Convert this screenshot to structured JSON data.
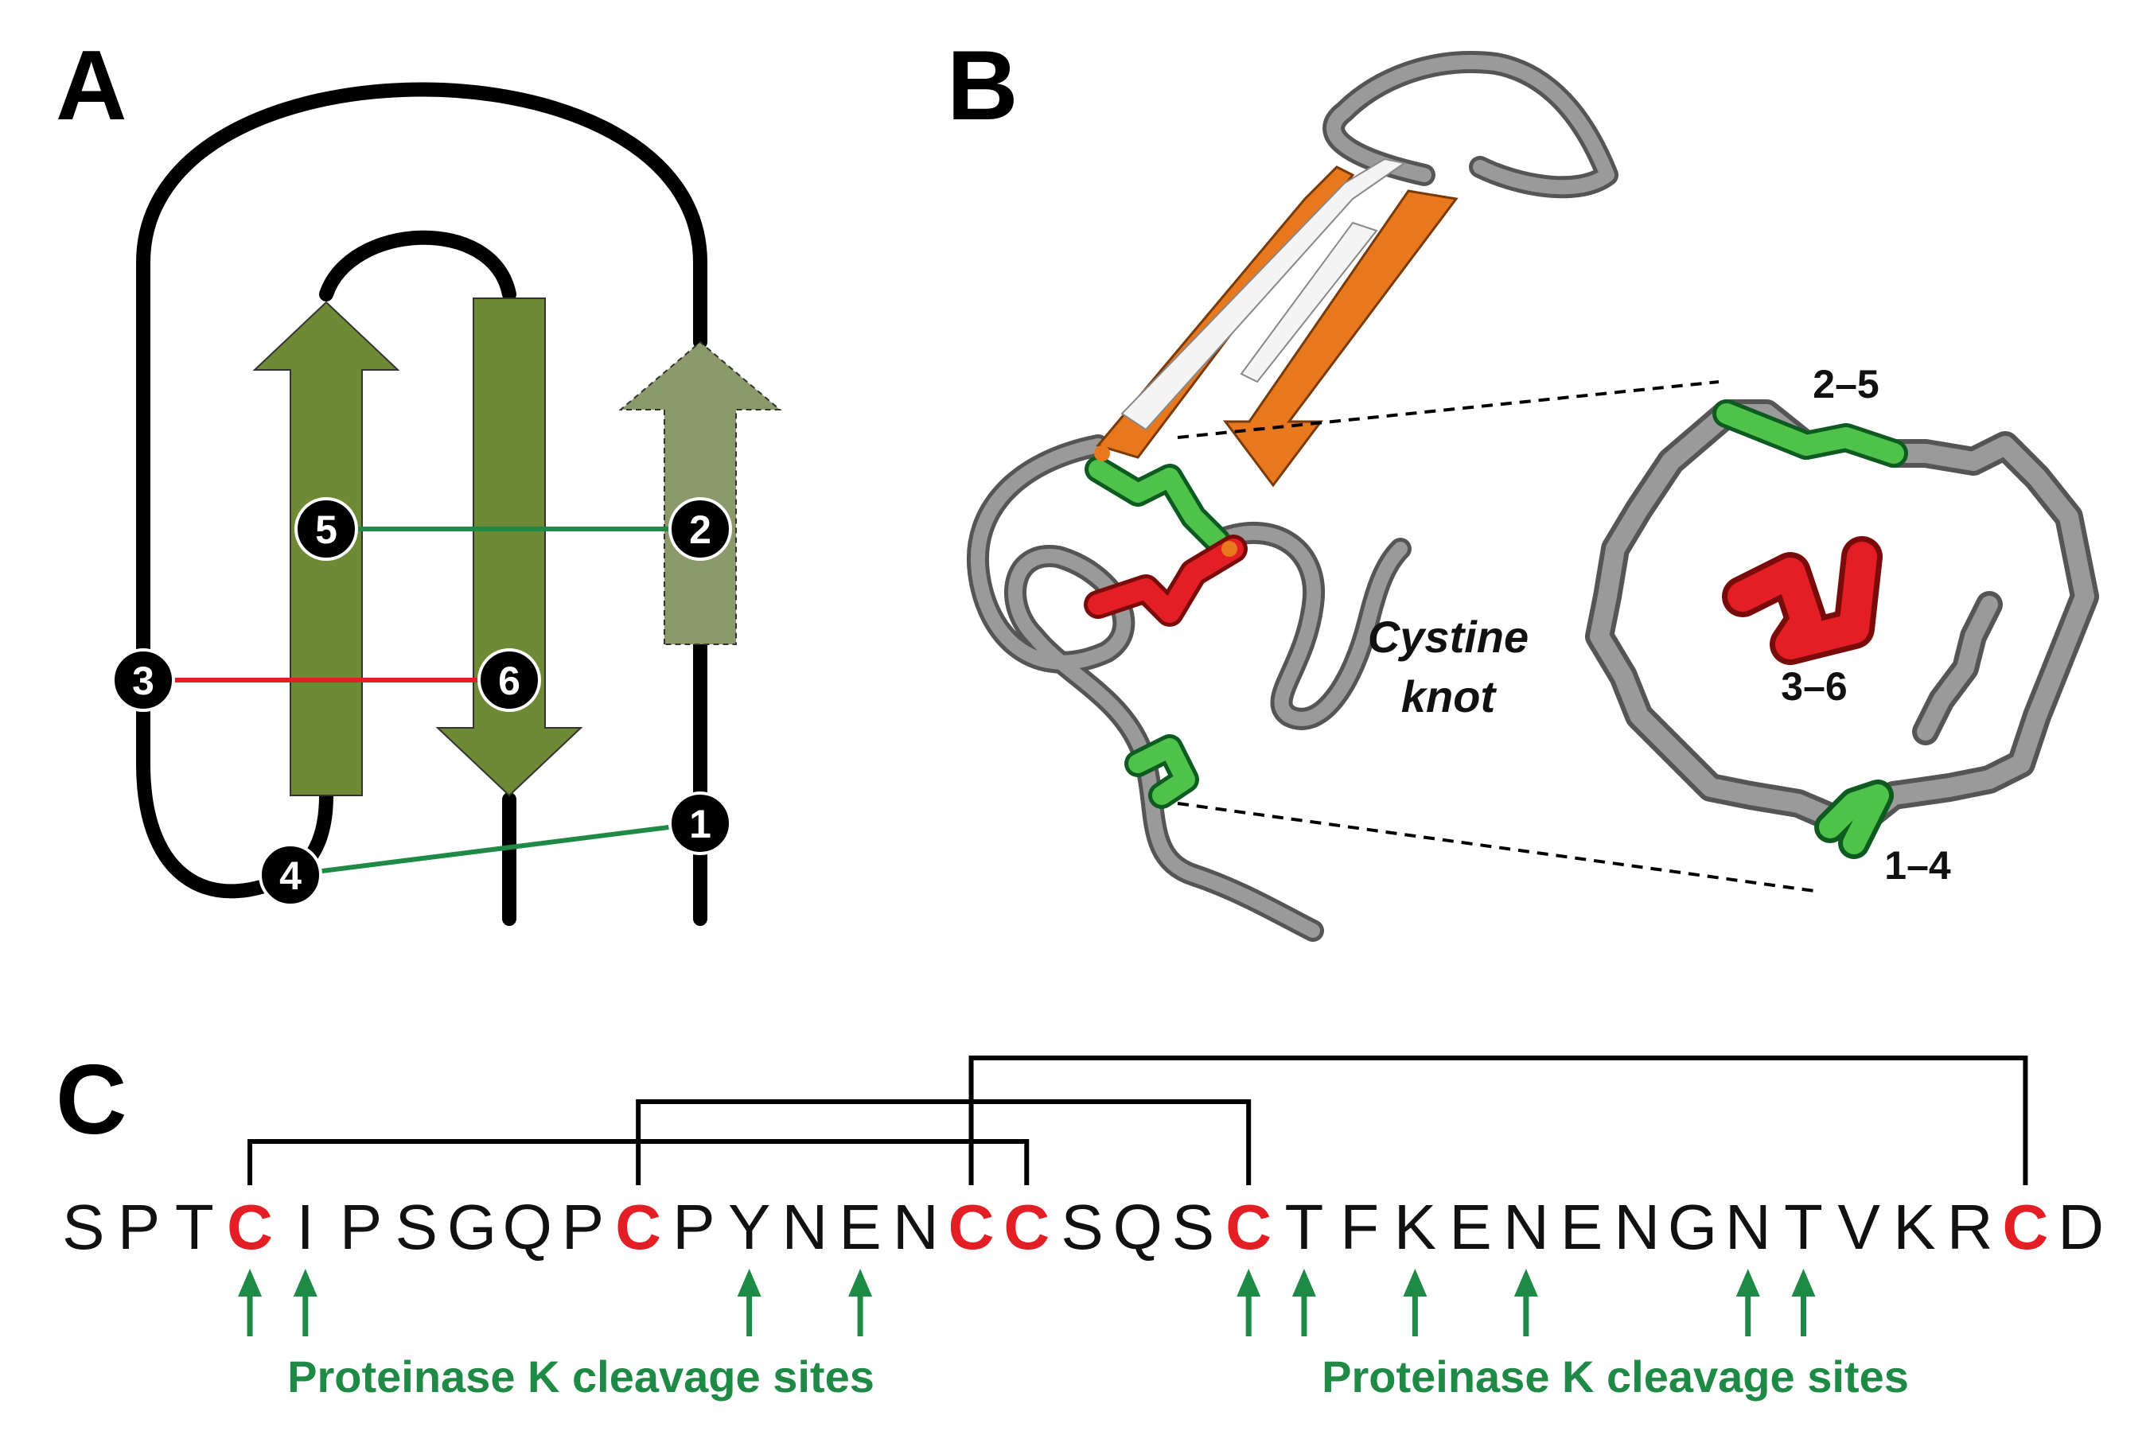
{
  "panels": {
    "a": "A",
    "b": "B",
    "c": "C"
  },
  "colors": {
    "strand": "#6f8a35",
    "strand_faded": "#8c9a6b",
    "bond_green": "#1e8a46",
    "bond_red": "#e31e24",
    "backbone": "#000000",
    "tube": "#8c8c8c",
    "sheet": "#e8781e",
    "cys_red": "#e31e24",
    "site_green": "#1e8a46"
  },
  "panel_a": {
    "nodes": [
      "1",
      "2",
      "3",
      "4",
      "5",
      "6"
    ]
  },
  "panel_b": {
    "knot_label_line1": "Cystine",
    "knot_label_line2": "knot",
    "pairs": [
      "2–5",
      "3–6",
      "1–4"
    ]
  },
  "panel_c": {
    "sequence": [
      "S",
      "P",
      "T",
      "C",
      "I",
      "P",
      "S",
      "G",
      "Q",
      "P",
      "C",
      "P",
      "Y",
      "N",
      "E",
      "N",
      "C",
      "C",
      "S",
      "Q",
      "S",
      "C",
      "T",
      "F",
      "K",
      "E",
      "N",
      "E",
      "N",
      "G",
      "N",
      "T",
      "V",
      "K",
      "R",
      "C",
      "D"
    ],
    "cysteine_positions": [
      3,
      10,
      16,
      17,
      21,
      35
    ],
    "disulfide_links": [
      [
        3,
        17
      ],
      [
        10,
        21
      ],
      [
        16,
        35
      ]
    ],
    "cleavage_sites": [
      3,
      4,
      12,
      14,
      21,
      22,
      24,
      26,
      30,
      31
    ],
    "cleavage_label_left": "Proteinase K cleavage sites",
    "cleavage_label_right": "Proteinase K cleavage sites"
  }
}
